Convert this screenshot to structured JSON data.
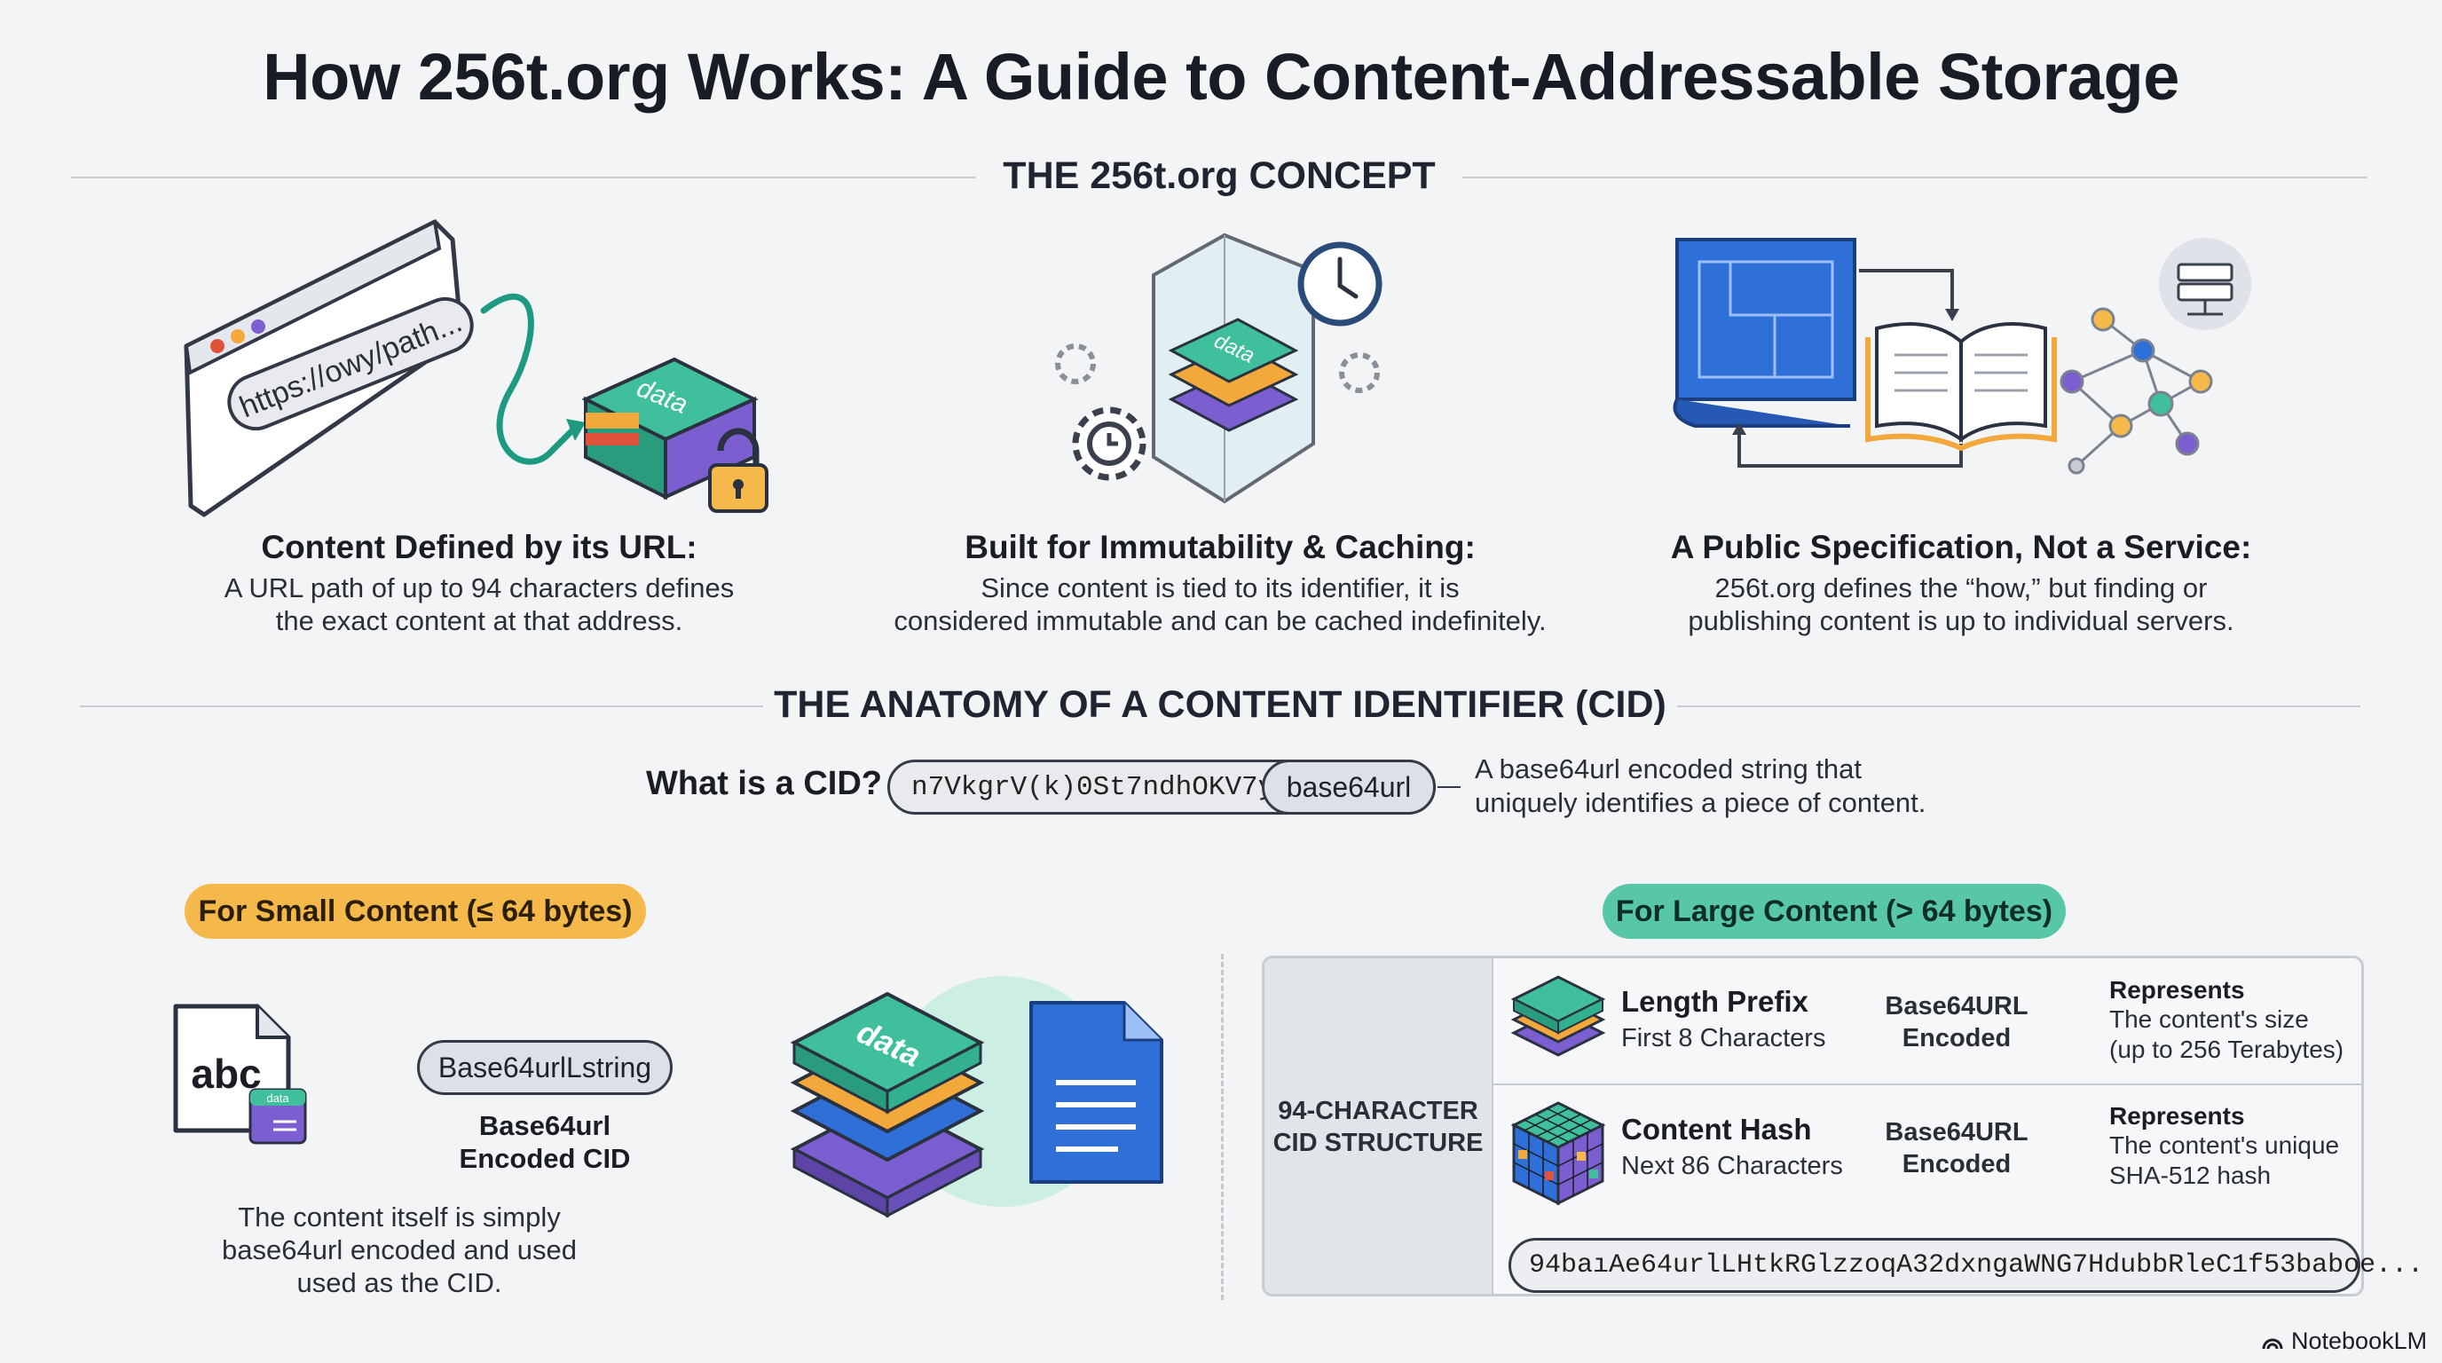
{
  "title": "How 256t.org Works: A Guide to Content-Addressable Storage",
  "concept": {
    "heading": "THE 256t.org CONCEPT",
    "url_label": "https://owy/path...",
    "data_label": "data",
    "columns": [
      {
        "heading": "Content Defined by its URL:",
        "lines": [
          "A URL path of up to 94 characters defines",
          "the exact content at that address."
        ]
      },
      {
        "heading": "Built for Immutability & Caching:",
        "lines": [
          "Since content is tied to its identifier, it is",
          "considered immutable and can be cached indefinitely."
        ]
      },
      {
        "heading": "A Public Specification, Not a Service:",
        "lines": [
          "256t.org defines the “how,” but finding or",
          "publishing content is up to individual servers."
        ]
      }
    ]
  },
  "anatomy": {
    "heading": "THE ANATOMY OF A CONTENT IDENTIFIER (CID)",
    "question": "What is a CID?",
    "cid_example": "n7VkgrV(k)0St7ndhOKV7y",
    "cid_tag": "base64url",
    "definition_lines": [
      "A base64url encoded string that",
      "uniquely identifies a piece of content."
    ]
  },
  "small": {
    "pill": "For Small Content (≤ 64 bytes)",
    "file_label": "abc",
    "badge_label": "data",
    "string_pill": "Base64urlLstring",
    "cid_caption_lines": [
      "Base64url",
      "Encoded CID"
    ],
    "description_lines": [
      "The content itself is simply",
      "base64url encoded and used",
      "used as the CID."
    ],
    "stack_label": "data"
  },
  "large": {
    "pill": "For Large Content (> 64 bytes)",
    "structure_label_lines": [
      "94-CHARACTER",
      "CID STRUCTURE"
    ],
    "rows": [
      {
        "name": "Length Prefix",
        "sub": "First 8 Characters",
        "enc_lines": [
          "Base64URL",
          "Encoded"
        ],
        "rep_head": "Represents",
        "rep_lines": [
          "The content's size",
          "(up to 256 Terabytes)"
        ]
      },
      {
        "name": "Content Hash",
        "sub": "Next 86 Characters",
        "enc_lines": [
          "Base64URL",
          "Encoded"
        ],
        "rep_head": "Represents",
        "rep_lines": [
          "The content's unique",
          "SHA-512 hash"
        ]
      }
    ],
    "cid_example": "94baıAe64urlLHtkRGlzzoqA32dxngaWNG7HdubbRleC1f53baboe..."
  },
  "footer": {
    "brand": "NotebookLM"
  },
  "colors": {
    "teal": "#3fbf9b",
    "orange": "#f2a83b",
    "purple": "#7b5fd0",
    "blue": "#2f6fd8",
    "yellow": "#f5b84a",
    "red": "#e0523c"
  }
}
